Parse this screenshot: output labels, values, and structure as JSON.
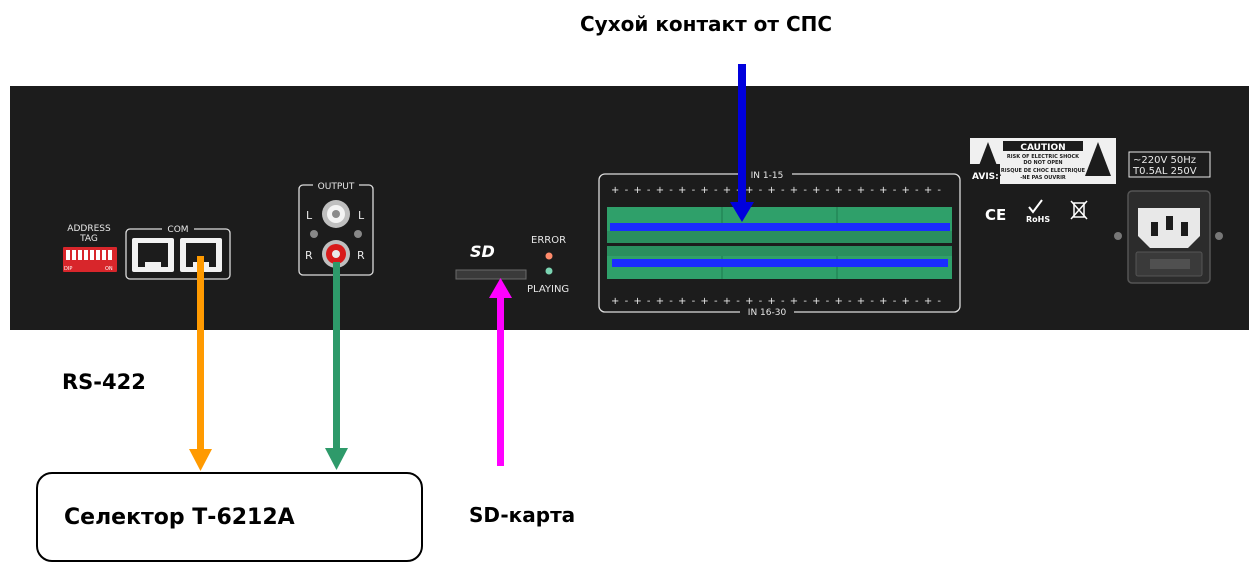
{
  "callouts": {
    "dry_contact": "Сухой контакт от СПС",
    "rs422": "RS-422",
    "sd_card": "SD-карта",
    "selector": "Селектор Т-6212А"
  },
  "panel": {
    "address_tag": [
      "ADDRESS",
      "TAG"
    ],
    "dip_labels": [
      "DIP",
      "ON"
    ],
    "com": "COM",
    "output": "OUTPUT",
    "left": "L",
    "right": "R",
    "sd_logo": "SD",
    "error": "ERROR",
    "playing": "PLAYING",
    "in_top": "IN 1-15",
    "in_bottom": "IN 16-30",
    "polarity_top": "+ - + - + - + - + - + - + - + - + - + - + - + - + - + - + -",
    "polarity_bottom": "+ - + - + - + - + - + - + - + - + - + - + - + - + - + - + -",
    "caution": "CAUTION",
    "caution_l1": "RISK OF ELECTRIC SHOCK",
    "caution_l2": "DO NOT OPEN",
    "avis": "AVIS:",
    "avis_l1": "RISQUE DE CHOC ELECTRIQUE",
    "avis_l2": "-NE PAS OUVRIR",
    "ce": "CE",
    "rohs": "RoHS",
    "power_l1": "~220V  50Hz",
    "power_l2": "T0.5AL 250V"
  },
  "colors": {
    "panel": "#1c1c1c",
    "arrow_dry_contact": "#0000dd",
    "arrow_rs422": "#ff9a00",
    "arrow_output": "#2e9a6a",
    "arrow_sd": "#ff00ff",
    "terminal_green": "#2fa06a",
    "terminal_blue": "#1a2cff",
    "rca_red": "#d81a1a",
    "led_error": "#ff8b6b",
    "led_playing": "#7bd4b2"
  }
}
